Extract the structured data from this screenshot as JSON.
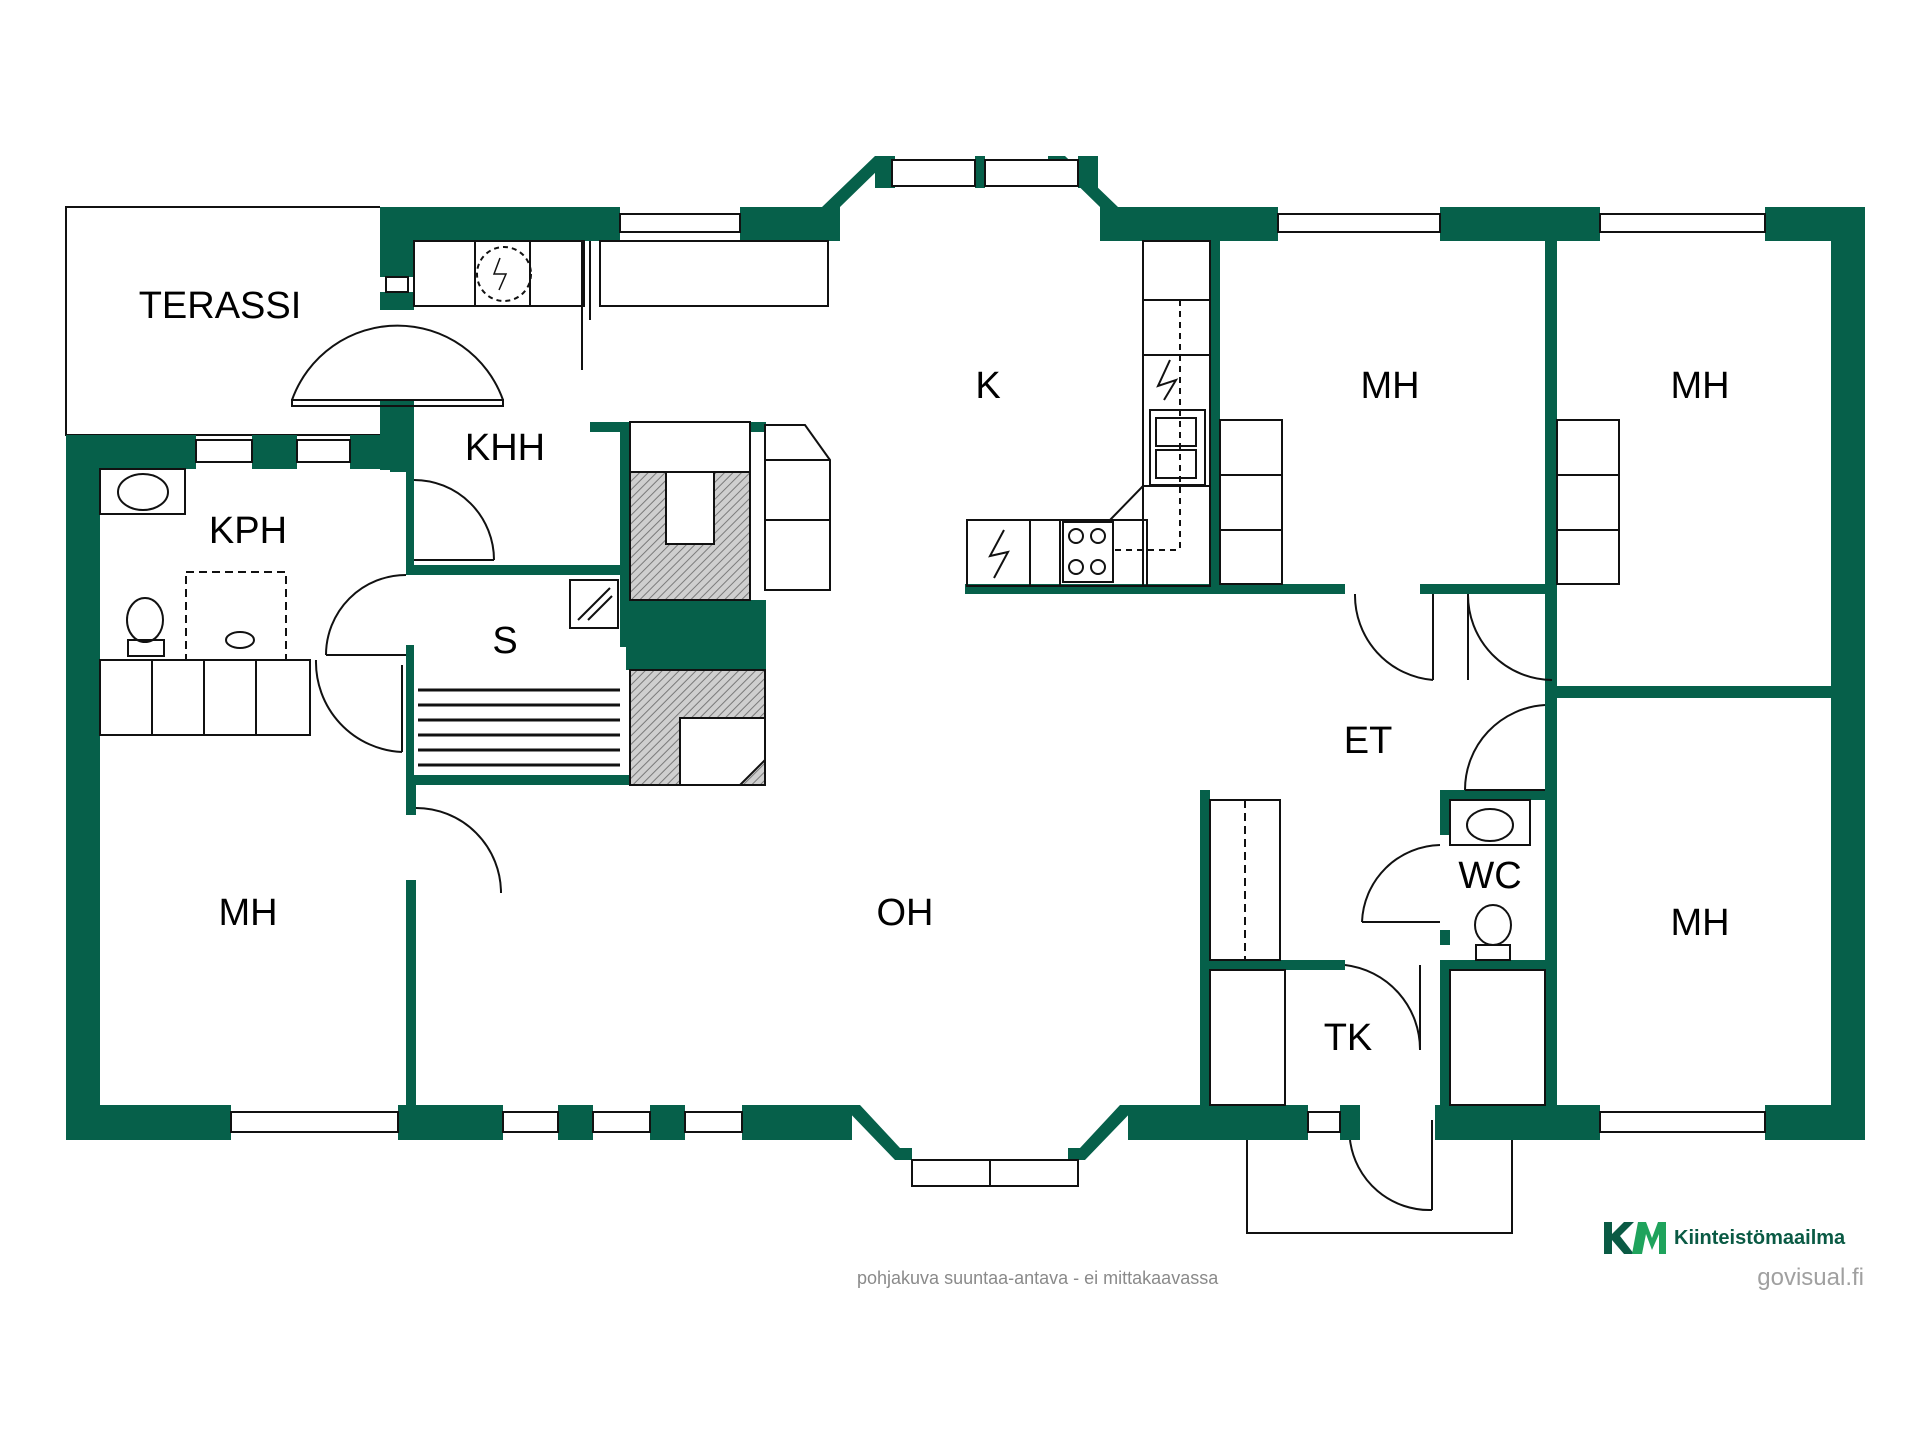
{
  "colors": {
    "wall": "#06604a",
    "line": "#111111",
    "hatch": "#7a7a7a",
    "brand": "#0a5a44",
    "brand_accent": "#1fa35c"
  },
  "rooms": {
    "terassi": "TERASSI",
    "k": "K",
    "mh_top1": "MH",
    "mh_top2": "MH",
    "khh": "KHH",
    "kph": "KPH",
    "s": "S",
    "et": "ET",
    "wc": "WC",
    "mh_left": "MH",
    "oh": "OH",
    "mh_right": "MH",
    "tk": "TK"
  },
  "footer": {
    "note": "pohjakuva suuntaa-antava - ei mittakaavassa",
    "brand_mark": "KM",
    "brand_name": "Kiinteistömaailma",
    "credit": "govisual.fi"
  },
  "icons": {
    "logo": "km-logo-icon",
    "electric": "lightning-icon"
  }
}
